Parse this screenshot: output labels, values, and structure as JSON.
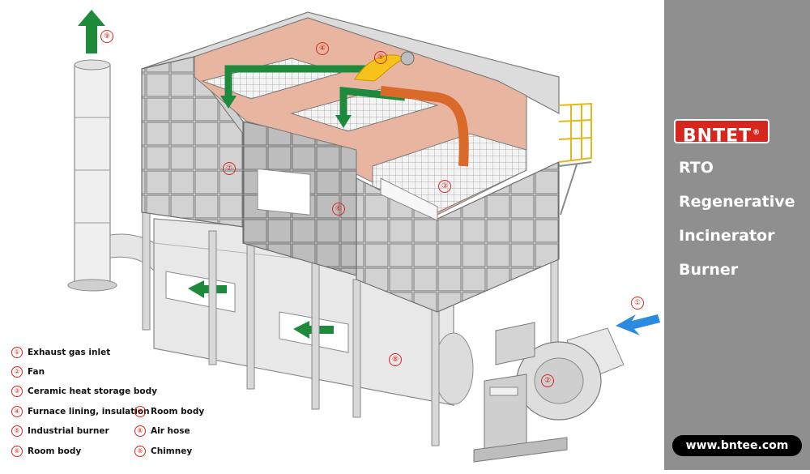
{
  "brand": {
    "logo_text": "BNTET",
    "registered_mark": "®"
  },
  "title_lines": [
    "RTO",
    "Regenerative",
    "Incinerator",
    "Burner"
  ],
  "website": "www.bntee.com",
  "callout_marks": [
    "①",
    "②",
    "③",
    "④",
    "⑤",
    "⑥",
    "⑦",
    "⑧",
    "⑨"
  ],
  "legend": [
    {
      "num": "①",
      "label": "Exhaust gas inlet"
    },
    {
      "num": "②",
      "label": "Fan"
    },
    {
      "num": "③",
      "label": "Ceramic heat storage body"
    },
    {
      "num": "④",
      "label": "Furnace lining, insulation"
    },
    {
      "num": "⑤",
      "label": "Industrial burner"
    },
    {
      "num": "⑥",
      "label": "Room body"
    },
    {
      "num": "⑦",
      "label": "Room body"
    },
    {
      "num": "⑧",
      "label": "Air hose"
    },
    {
      "num": "⑨",
      "label": "Chimney"
    }
  ],
  "colors": {
    "accent_red": "#d7261e",
    "panel_gray": "#8f8f8f",
    "flow_green": "#1e8a3c",
    "inlet_blue": "#2a8be0",
    "lining_salmon": "#e7b5a0",
    "burner_yellow": "#f7c21a",
    "duct_orange": "#d96a2a",
    "platform_yellow": "#f2cf2f"
  }
}
